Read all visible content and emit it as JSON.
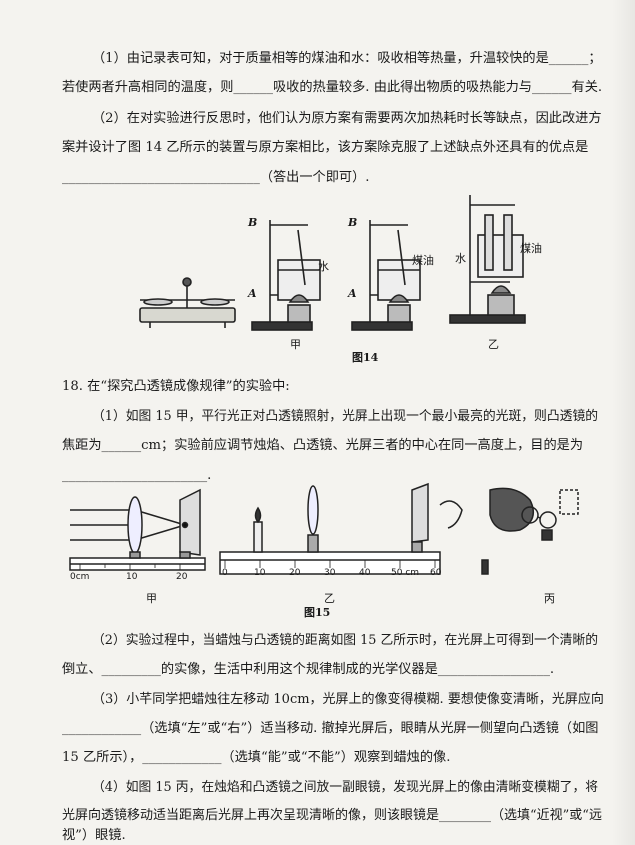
{
  "q17": {
    "p1_line1": "（1）由记录表可知，对于质量相等的煤油和水：吸收相等热量，升温较快的是______；",
    "p1_line2": "若使两者升高相同的温度，则______吸收的热量较多. 由此得出物质的吸热能力与______有关.",
    "p2_line1": "（2）在对实验进行反思时，他们认为原方案有需要两次加热耗时长等缺点，因此改进方",
    "p2_line2": "案并设计了图 14 乙所示的装置与原方案相比，该方案除克服了上述缺点外还具有的优点是",
    "p2_line3": "______________________________（答出一个即可）."
  },
  "fig14": {
    "label_B": "B",
    "label_A": "A",
    "label_water": "水",
    "label_kerosene": "煤油",
    "label_jia": "甲",
    "label_yi": "乙",
    "caption": "图14"
  },
  "q18": {
    "title": "18. 在“探究凸透镜成像规律”的实验中:",
    "p1_line1": "（1）如图 15 甲，平行光正对凸透镜照射，光屏上出现一个最小最亮的光斑，则凸透镜的",
    "p1_line2": "焦距为______cm；实验前应调节烛焰、凸透镜、光屏三者的中心在同一高度上，目的是为",
    "p1_line3": "______________________.",
    "p2_line1": "（2）实验过程中，当蜡烛与凸透镜的距离如图 15 乙所示时，在光屏上可得到一个清晰的",
    "p2_line2": "倒立、_________的实像，生活中利用这个规律制成的光学仪器是_________________.",
    "p3_line1": "（3）小芊同学把蜡烛往左移动 10cm，光屏上的像变得模糊. 要想使像变清晰，光屏应向",
    "p3_line2": "____________（选填“左”或“右”）适当移动. 撤掉光屏后，眼睛从光屏一侧望向凸透镜（如图",
    "p3_line3": "15 乙所示），____________（选填“能”或“不能”）观察到蜡烛的像.",
    "p4_line1": "（4）如图 15 丙，在烛焰和凸透镜之间放一副眼镜，发现光屏上的像由清晰变模糊了，将",
    "p4_line2": "光屏向透镜移动适当距离后光屏上再次呈现清晰的像，则该眼镜是________（选填“近视”或“远",
    "p4_line3": "视”）眼镜."
  },
  "fig15": {
    "jia_ticks": [
      "0cm",
      "10",
      "20"
    ],
    "yi_ticks": [
      "0",
      "10",
      "20",
      "30",
      "40",
      "50 cm",
      "60"
    ],
    "label_jia": "甲",
    "label_yi": "乙",
    "label_bing": "丙",
    "caption": "图15"
  }
}
